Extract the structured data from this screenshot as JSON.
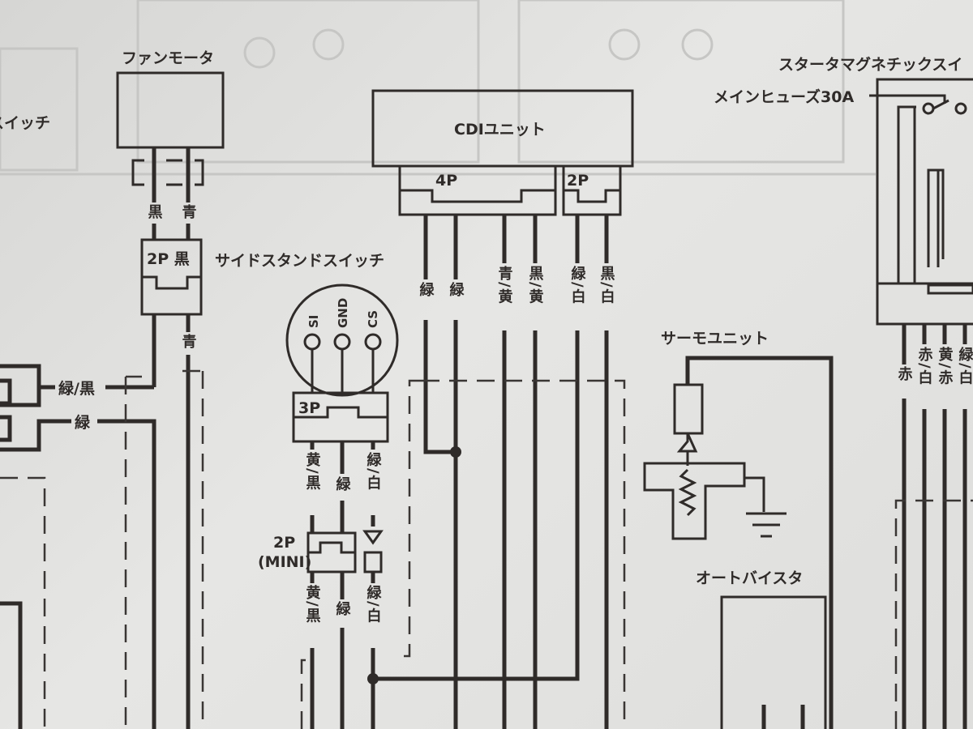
{
  "labels": {
    "left_switch": "スイッチ",
    "fan_motor": "ファンモータ",
    "cdi_unit": "CDIユニット",
    "cdi_4p": "4P",
    "cdi_2p": "2P",
    "starter_switch": "スタータマグネチックスイ",
    "main_fuse": "メインヒューズ30A",
    "side_stand_switch": "サイドスタンドスイッチ",
    "pin_si": "SI",
    "pin_gnd": "GND",
    "pin_cs": "CS",
    "ss_3p": "3P",
    "mini_2p": "2P",
    "mini_tag": "(MINI)",
    "fan_2p": "2P 黒",
    "thermo_unit": "サーモユニット",
    "auto_bystarter": "オートバイスタ"
  },
  "wires": {
    "fan_black": "黒",
    "fan_blue": "青",
    "fan_blue_lower": "青",
    "green_black": "緑/黒",
    "green": "緑",
    "cdi": [
      "緑",
      "緑",
      "青/黄",
      "黒/黄",
      "緑/白",
      "黒/白"
    ],
    "ss_upper": [
      "黄/黒",
      "緑",
      "緑/白"
    ],
    "ss_lower": [
      "黄/黒",
      "緑",
      "緑/白"
    ],
    "starter": [
      "赤",
      "赤/白",
      "黄/赤",
      "緑/白"
    ]
  }
}
